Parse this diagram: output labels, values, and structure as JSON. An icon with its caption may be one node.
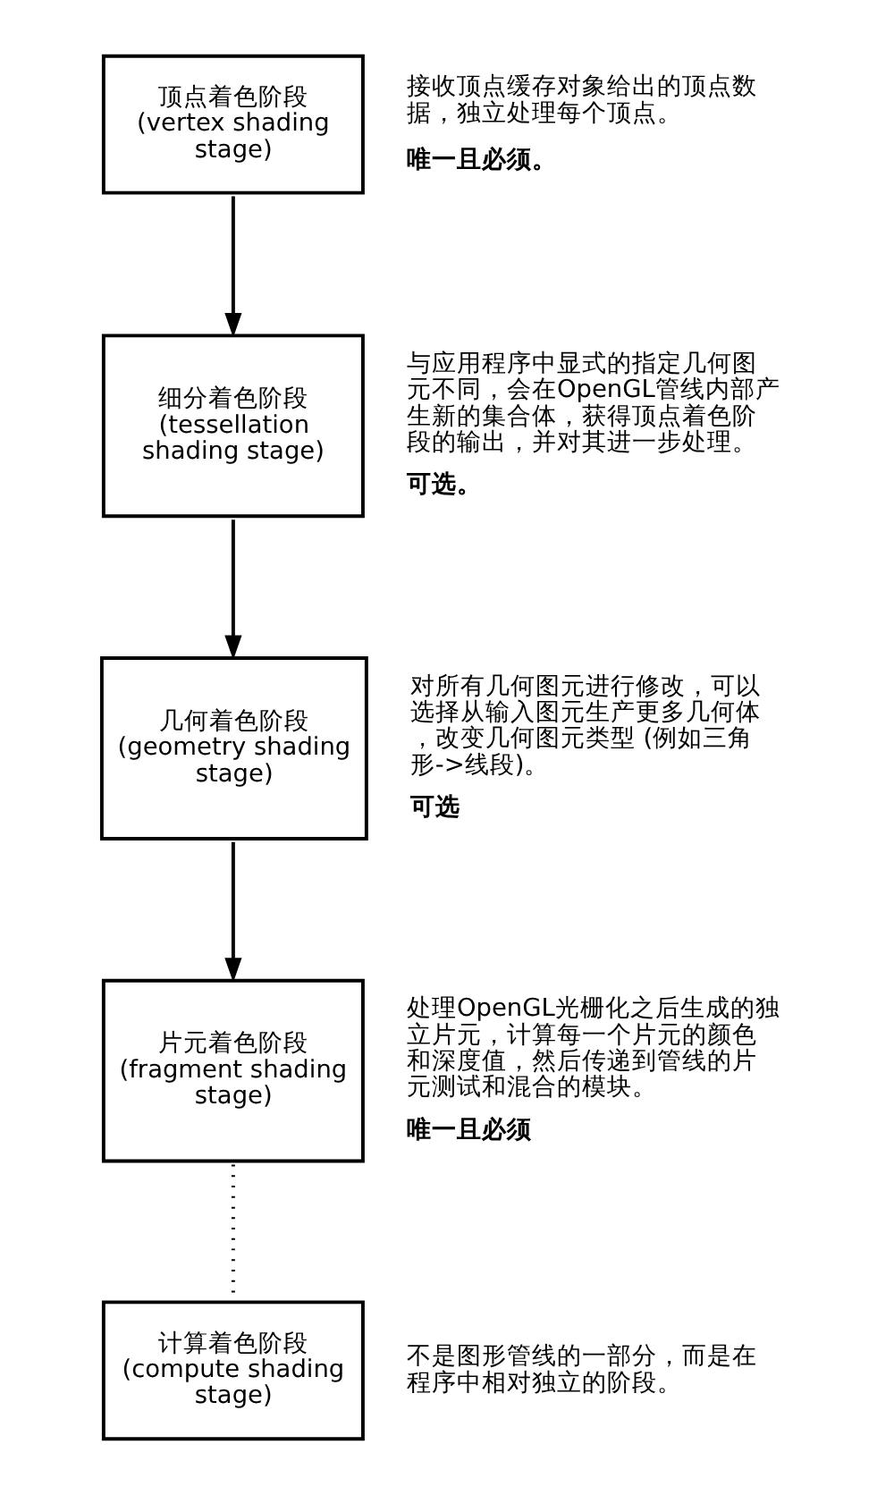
{
  "diagram": {
    "nodes": [
      {
        "text": [
          "顶点着色阶段",
          "(vertex shading stage)"
        ],
        "beside": [
          "接收顶点缓存对象给出的顶点数据，独立处理每个顶点。",
          "唯一且必须。"
        ]
      },
      {
        "text": [
          "细分着色阶段",
          "(tessellation shading stage)"
        ],
        "beside": [
          "与应用程序中显式的指定几何图元不同，会在OpenGL管线内部产生新的集合体，获得顶点着色阶段的输出，并对其进一步处理。",
          "可选。"
        ]
      },
      {
        "text": [
          "几何着色阶段",
          "(geometry shading stage)"
        ],
        "beside": [
          "对所有几何图元进行修改，可以选择从输入图元生产更多几何体，改变几何图元类型 (例如三角形->线段)。",
          "可选"
        ]
      },
      {
        "text": [
          "片元着色阶段",
          "(fragment shading stage)"
        ],
        "beside": [
          "处理OpenGL光栅化之后生成的独立片元，计算每一个片元的颜色和深度值，然后传递到管线的片元测试和混合的模块。",
          "唯一且必须"
        ]
      },
      {
        "text": [
          "计算着色阶段",
          "(compute shading stage)"
        ],
        "beside": [
          "不是图形管线的一部分，而是在程序中相对独立的阶段。"
        ]
      }
    ],
    "edges": [
      {
        "from": 0,
        "to": 1,
        "arrow": "to"
      },
      {
        "from": 1,
        "to": 2,
        "arrow": "to"
      },
      {
        "from": 2,
        "to": 3,
        "arrow": "to"
      },
      {
        "from": 3,
        "to": 4,
        "arrow": "none",
        "style": "dashed"
      }
    ]
  }
}
